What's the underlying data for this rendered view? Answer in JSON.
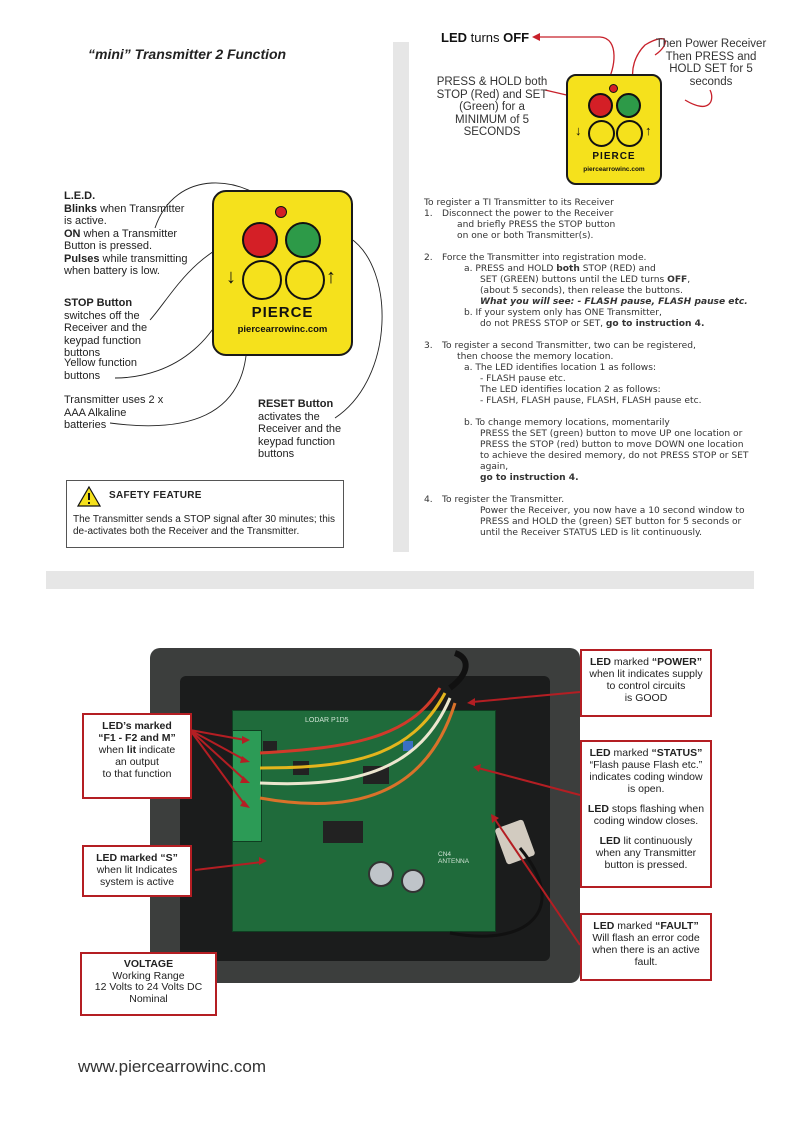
{
  "title": "“mini” Transmitter 2 Function",
  "transmitter": {
    "brand": "PIERCE",
    "url": "piercearrowinc.com",
    "down_arrow": "↓",
    "up_arrow": "↑"
  },
  "left_labels": {
    "led_heading": "L.E.D.",
    "blinks_bold": "Blinks",
    "blinks_text": " when Transmitter is active.",
    "on_bold": "ON",
    "on_text": " when a Transmitter Button is pressed.",
    "pulses_bold": "Pulses",
    "pulses_text": " while transmitting when battery is low.",
    "stop_bold": "STOP Button",
    "stop_text": " switches off the Receiver and the keypad function buttons",
    "yellow": "Yellow function buttons",
    "battery": "Transmitter uses 2 x AAA Alkaline batteries",
    "reset_bold": "RESET Button",
    "reset_text": "activates the Receiver and the keypad function buttons"
  },
  "safety": {
    "heading": "SAFETY FEATURE",
    "text": "The Transmitter sends a STOP signal after 30 minutes; this de-activates both the Receiver and the Transmitter."
  },
  "right_top": {
    "led_off_1": "LED",
    "led_off_2": " turns ",
    "led_off_3": "OFF",
    "press_hold": "PRESS & HOLD both STOP (Red) and SET (Green) for a MINIMUM of 5 SECONDS",
    "then_power": "Then Power Receiver Then PRESS and HOLD SET for 5 seconds"
  },
  "instructions": {
    "intro": "To register a TI Transmitter to its Receiver",
    "s1_num": "1.",
    "s1_a": "Disconnect the power to the Receiver",
    "s1_b": "and briefly PRESS the STOP button",
    "s1_c": "on one or both Transmitter(s).",
    "s2_num": "2.",
    "s2_head": "Force the Transmitter into registration mode.",
    "s2a_1": "a.  PRESS and HOLD ",
    "s2a_bold": "both",
    "s2a_2": " STOP (RED) and",
    "s2a_3a": "SET (GREEN) buttons until the LED turns ",
    "s2a_3b": "OFF",
    "s2a_3c": ",",
    "s2a_4": "(about 5 seconds), then release the buttons.",
    "s2a_5": "What you will see: - FLASH pause, FLASH pause etc.",
    "s2b_1": "b.  If your system only has ONE Transmitter,",
    "s2b_2a": "do not PRESS STOP or SET, ",
    "s2b_2b": "go to instruction 4.",
    "s3_num": "3.",
    "s3_head1": "To register a second Transmitter, two can be registered,",
    "s3_head2": "then choose the memory location.",
    "s3a_1": "a.  The LED identifies location 1 as follows:",
    "s3a_2": "- FLASH pause etc.",
    "s3a_3": "The LED identifies location 2 as follows:",
    "s3a_4": "- FLASH, FLASH pause, FLASH, FLASH pause etc.",
    "s3b_1": "b.  To change memory locations, momentarily",
    "s3b_2": "PRESS the SET (green) button to move UP one location or",
    "s3b_3": "PRESS the STOP (red) button to move DOWN one location",
    "s3b_4": "to achieve the desired memory, do not PRESS STOP or SET again,",
    "s3b_5": "go to instruction 4.",
    "s4_num": "4.",
    "s4_head": "To register the Transmitter.",
    "s4_1": "Power the Receiver, you now have a 10 second window to",
    "s4_2": "PRESS and HOLD the (green) SET button for 5 seconds or",
    "s4_3": "until the Receiver STATUS LED is lit continuously."
  },
  "receiver": {
    "board_label": "LODAR P1D5",
    "antenna": "CN4 ANTENNA",
    "callouts": {
      "f_led_1": "LED’s marked",
      "f_led_2": "“F1 - F2 and M”",
      "f_led_3a": "when ",
      "f_led_3b": "lit",
      "f_led_3c": " indicate",
      "f_led_4": "an output",
      "f_led_5": "to that function",
      "s_1a": "LED marked ",
      "s_1b": "“S”",
      "s_2": "when lit Indicates",
      "s_3": "system is active",
      "v_1": "VOLTAGE",
      "v_2": "Working Range",
      "v_3": "12 Volts to 24 Volts DC",
      "v_4": "Nominal",
      "p_1a": "LED",
      "p_1b": " marked ",
      "p_1c": "“POWER”",
      "p_2": "when lit indicates supply",
      "p_3": "to control circuits",
      "p_4": "is GOOD",
      "st_1a": "LED",
      "st_1b": " marked ",
      "st_1c": "“STATUS”",
      "st_2": "“Flash pause Flash etc.”",
      "st_3": "indicates coding window",
      "st_4": "is open.",
      "st_5a": "LED",
      "st_5b": " stops flashing when",
      "st_6": "coding window closes.",
      "st_7a": "LED",
      "st_7b": " lit continuously",
      "st_8": "when any Transmitter",
      "st_9": "button is pressed.",
      "fa_1a": "LED",
      "fa_1b": " marked ",
      "fa_1c": "“FAULT”",
      "fa_2": "Will flash an error code",
      "fa_3": "when there is an active",
      "fa_4": "fault."
    }
  },
  "footer_url": "www.piercearrowinc.com",
  "colors": {
    "yellow": "#f5e11c",
    "red": "#d41f26",
    "green": "#2d9a48",
    "callout_red": "#b41e23"
  }
}
